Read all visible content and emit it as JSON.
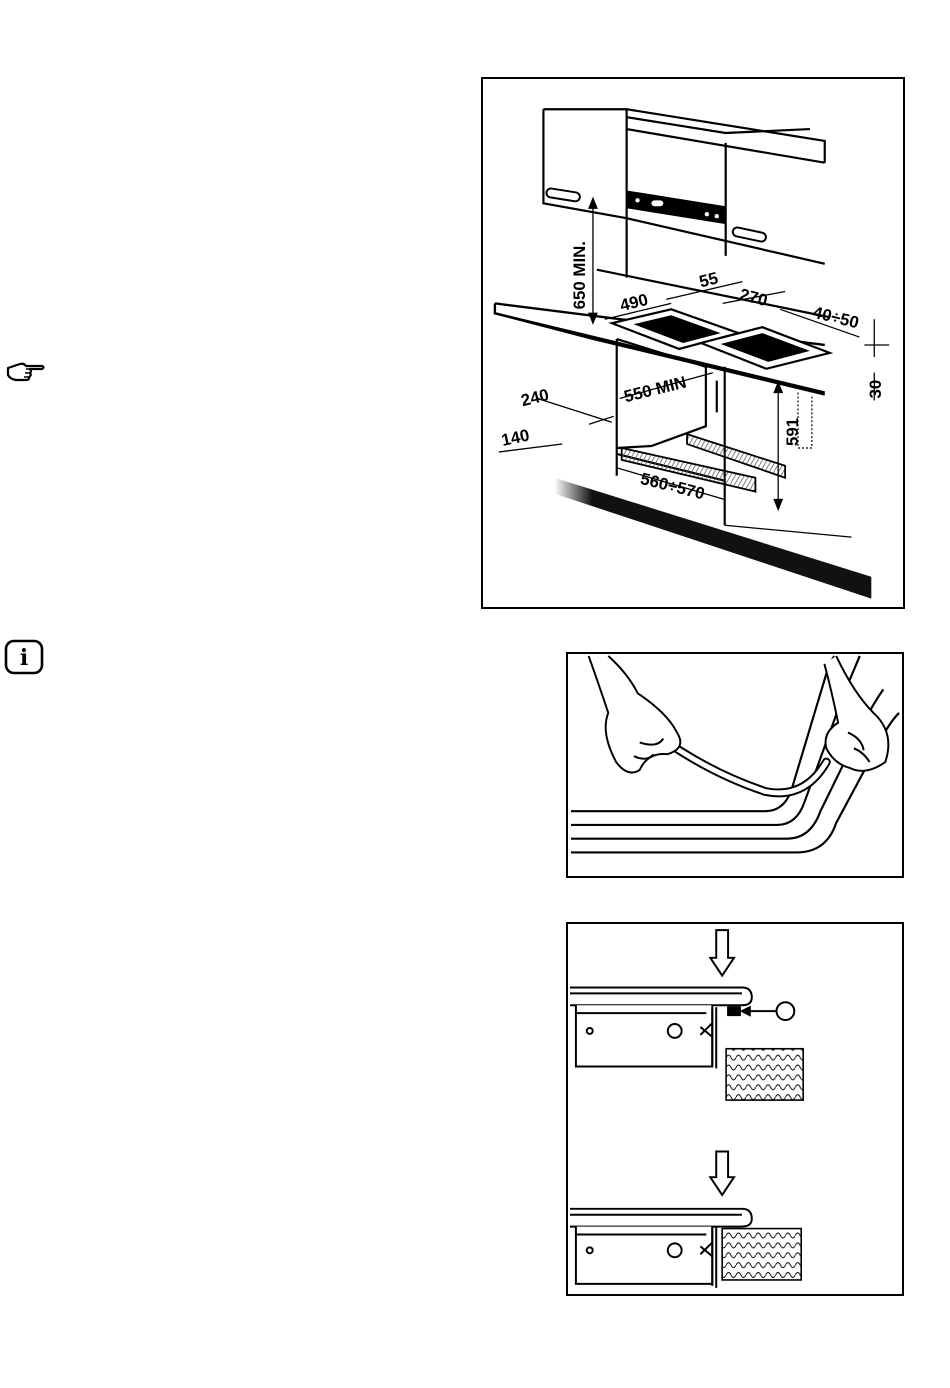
{
  "icons": {
    "pointing_hand": "pointing-hand-icon",
    "info": "info-icon",
    "info_glyph": "i"
  },
  "figure1": {
    "dimensions": {
      "d650": "650 MIN.",
      "d55": "55",
      "d490": "490",
      "d270": "270",
      "d40_50": "40÷50",
      "d30": "30",
      "d550": "550 MIN",
      "d240": "240",
      "d140": "140",
      "d591": "591",
      "d560_570": "560÷570"
    }
  }
}
